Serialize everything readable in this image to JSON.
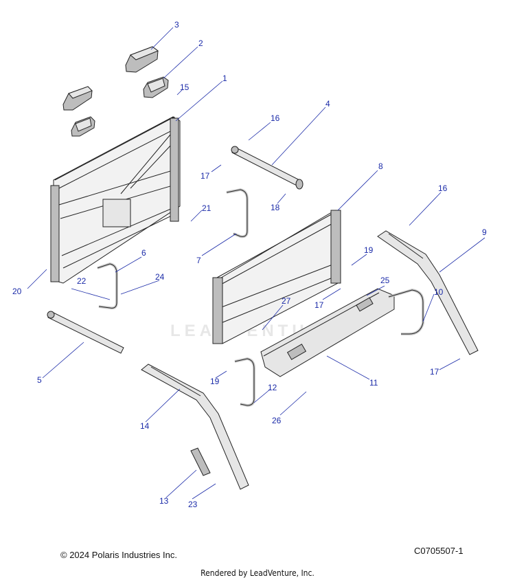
{
  "watermark": "LEADVENTURE",
  "footer": {
    "copyright": "© 2024 Polaris Industries Inc.",
    "diagram_code": "C0705507-1",
    "rendered_by": "Rendered by LeadVenture, Inc."
  },
  "callouts": [
    {
      "id": "c3",
      "label": "3"
    },
    {
      "id": "c2",
      "label": "2"
    },
    {
      "id": "c15",
      "label": "15"
    },
    {
      "id": "c1",
      "label": "1"
    },
    {
      "id": "c4",
      "label": "4"
    },
    {
      "id": "c16a",
      "label": "16"
    },
    {
      "id": "c17a",
      "label": "17"
    },
    {
      "id": "c18",
      "label": "18"
    },
    {
      "id": "c8",
      "label": "8"
    },
    {
      "id": "c21",
      "label": "21"
    },
    {
      "id": "c16b",
      "label": "16"
    },
    {
      "id": "c9",
      "label": "9"
    },
    {
      "id": "c7",
      "label": "7"
    },
    {
      "id": "c19a",
      "label": "19"
    },
    {
      "id": "c6",
      "label": "6"
    },
    {
      "id": "c22",
      "label": "22"
    },
    {
      "id": "c24",
      "label": "24"
    },
    {
      "id": "c20",
      "label": "20"
    },
    {
      "id": "c17b",
      "label": "17"
    },
    {
      "id": "c25",
      "label": "25"
    },
    {
      "id": "c10",
      "label": "10"
    },
    {
      "id": "c27",
      "label": "27"
    },
    {
      "id": "c5",
      "label": "5"
    },
    {
      "id": "c17c",
      "label": "17"
    },
    {
      "id": "c11",
      "label": "11"
    },
    {
      "id": "c19b",
      "label": "19"
    },
    {
      "id": "c12",
      "label": "12"
    },
    {
      "id": "c14",
      "label": "14"
    },
    {
      "id": "c26",
      "label": "26"
    },
    {
      "id": "c13",
      "label": "13"
    },
    {
      "id": "c23",
      "label": "23"
    }
  ]
}
